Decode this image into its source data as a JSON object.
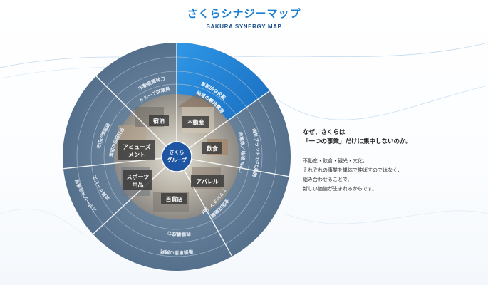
{
  "header": {
    "title": "さくらシナジーマップ",
    "subtitle": "SAKURA SYNERGY MAP"
  },
  "wheel": {
    "center": {
      "line1": "さくら",
      "line2": "グループ"
    },
    "segments": [
      "不動産",
      "飲食",
      "アパレル",
      "百貨店",
      {
        "line1": "スポーツ",
        "line2": "用品"
      },
      {
        "line1": "アミューズ",
        "line2": "メント"
      },
      "宿泊"
    ],
    "ring_labels": [
      "革新的な企画",
      "地域の観光資源",
      "海外ブランドのFC展開",
      "売場数／地域 No.1",
      "ファッション（AI）",
      "全国店舗網",
      "売場構成力",
      "新規事業の開発",
      "スポーツ大会運営",
      "会員サービス",
      "新施設の出店",
      "自社独自の送客",
      "不動産開発力",
      "グループ従業員"
    ]
  },
  "right_panel": {
    "question_line1": "なぜ、さくらは",
    "question_line2": "「一つの事業」だけに集中しないのか。",
    "description": [
      "不動産・飲食・観光・文化。",
      "それぞれの事業を単体で伸ばすのではなく、",
      "組み合わせることで、",
      "新しい価値が生まれるからです。"
    ]
  },
  "colors": {
    "accent_blue": "#1b7fd1",
    "highlight_segment": "#2f97e6",
    "outer_ring": "#55708c",
    "center_badge": "#1f56a3"
  }
}
